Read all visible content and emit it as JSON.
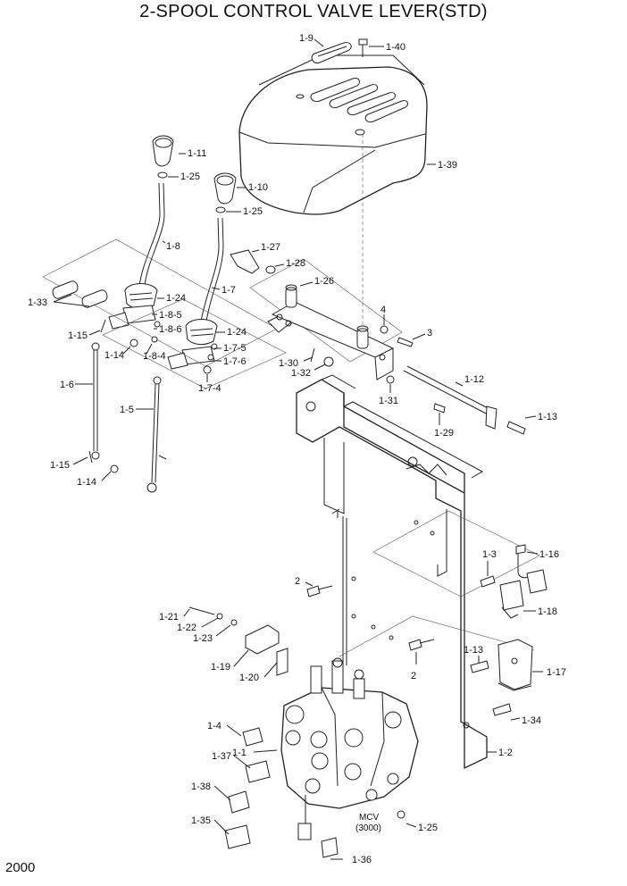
{
  "title": "2-SPOOL CONTROL VALVE LEVER(STD)",
  "page_number": "2000",
  "mcv_label": "MCV",
  "mcv_pressure": "(3000)",
  "callouts": [
    {
      "id": "c-1-9",
      "text": "1-9"
    },
    {
      "id": "c-1-40",
      "text": "1-40"
    },
    {
      "id": "c-1-39",
      "text": "1-39"
    },
    {
      "id": "c-1-11",
      "text": "1-11"
    },
    {
      "id": "c-1-25a",
      "text": "1-25"
    },
    {
      "id": "c-1-10",
      "text": "1-10"
    },
    {
      "id": "c-1-25b",
      "text": "1-25"
    },
    {
      "id": "c-1-8",
      "text": "1-8"
    },
    {
      "id": "c-1-27",
      "text": "1-27"
    },
    {
      "id": "c-1-28",
      "text": "1-28"
    },
    {
      "id": "c-1-26",
      "text": "1-26"
    },
    {
      "id": "c-1-7",
      "text": "1-7"
    },
    {
      "id": "c-1-33",
      "text": "1-33"
    },
    {
      "id": "c-1-24a",
      "text": "1-24"
    },
    {
      "id": "c-1-8-5",
      "text": "1-8-5"
    },
    {
      "id": "c-1-8-6",
      "text": "1-8-6"
    },
    {
      "id": "c-1-15a",
      "text": "1-15"
    },
    {
      "id": "c-1-14a",
      "text": "1-14"
    },
    {
      "id": "c-1-8-4",
      "text": "1-8-4"
    },
    {
      "id": "c-1-24b",
      "text": "1-24"
    },
    {
      "id": "c-1-7-5",
      "text": "1-7-5"
    },
    {
      "id": "c-1-7-6",
      "text": "1-7-6"
    },
    {
      "id": "c-1-7-4",
      "text": "1-7-4"
    },
    {
      "id": "c-4",
      "text": "4"
    },
    {
      "id": "c-3",
      "text": "3"
    },
    {
      "id": "c-1-30",
      "text": "1-30"
    },
    {
      "id": "c-1-32",
      "text": "1-32"
    },
    {
      "id": "c-1-12",
      "text": "1-12"
    },
    {
      "id": "c-1-31",
      "text": "1-31"
    },
    {
      "id": "c-1-13a",
      "text": "1-13"
    },
    {
      "id": "c-1-29",
      "text": "1-29"
    },
    {
      "id": "c-1-6",
      "text": "1-6"
    },
    {
      "id": "c-1-5",
      "text": "1-5"
    },
    {
      "id": "c-1-15b",
      "text": "1-15"
    },
    {
      "id": "c-1-14b",
      "text": "1-14"
    },
    {
      "id": "c-1-3",
      "text": "1-3"
    },
    {
      "id": "c-1-16",
      "text": "1-16"
    },
    {
      "id": "c-2a",
      "text": "2"
    },
    {
      "id": "c-1-18",
      "text": "1-18"
    },
    {
      "id": "c-1-21",
      "text": "1-21"
    },
    {
      "id": "c-1-22",
      "text": "1-22"
    },
    {
      "id": "c-1-23",
      "text": "1-23"
    },
    {
      "id": "c-1-13b",
      "text": "1-13"
    },
    {
      "id": "c-1-17",
      "text": "1-17"
    },
    {
      "id": "c-1-19",
      "text": "1-19"
    },
    {
      "id": "c-1-20",
      "text": "1-20"
    },
    {
      "id": "c-2b",
      "text": "2"
    },
    {
      "id": "c-1-34",
      "text": "1-34"
    },
    {
      "id": "c-1-4",
      "text": "1-4"
    },
    {
      "id": "c-1-1",
      "text": "1-1"
    },
    {
      "id": "c-1-2",
      "text": "1-2"
    },
    {
      "id": "c-1-37",
      "text": "1-37"
    },
    {
      "id": "c-1-38",
      "text": "1-38"
    },
    {
      "id": "c-1-35",
      "text": "1-35"
    },
    {
      "id": "c-1-25c",
      "text": "1-25"
    },
    {
      "id": "c-1-36",
      "text": "1-36"
    }
  ]
}
